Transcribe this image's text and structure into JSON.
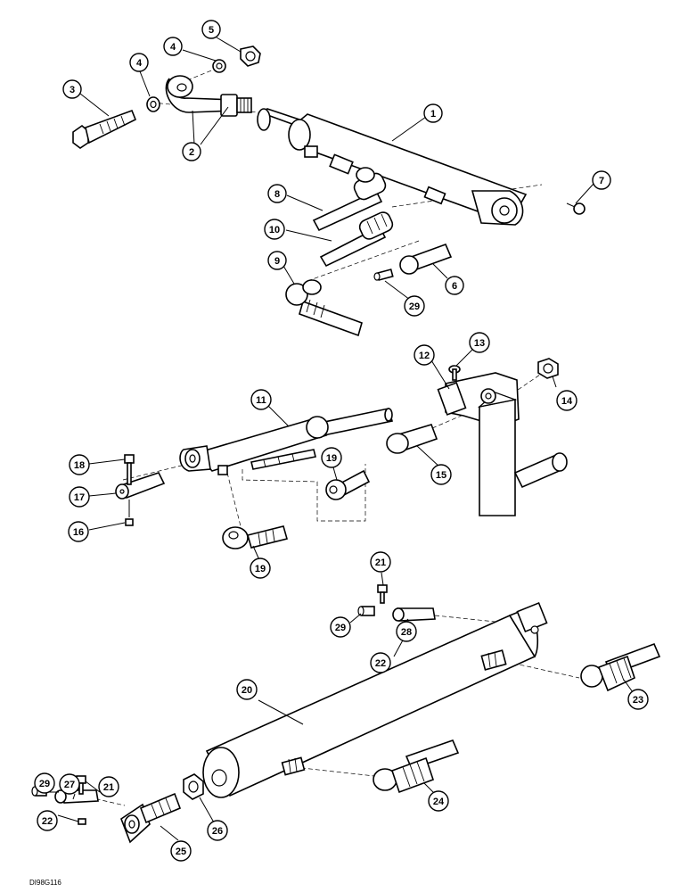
{
  "drawing_code": "DI98G116",
  "callouts": {
    "c1": "1",
    "c2": "2",
    "c3": "3",
    "c4a": "4",
    "c4b": "4",
    "c5": "5",
    "c6": "6",
    "c7": "7",
    "c8": "8",
    "c9": "9",
    "c10": "10",
    "c11": "11",
    "c12": "12",
    "c13": "13",
    "c14": "14",
    "c15": "15",
    "c16": "16",
    "c17": "17",
    "c18": "18",
    "c19a": "19",
    "c19b": "19",
    "c20": "20",
    "c21a": "21",
    "c21b": "21",
    "c22a": "22",
    "c22b": "22",
    "c23": "23",
    "c24": "24",
    "c25": "25",
    "c26": "26",
    "c27": "27",
    "c28": "28",
    "c29a": "29",
    "c29b": "29",
    "c29c": "29"
  }
}
